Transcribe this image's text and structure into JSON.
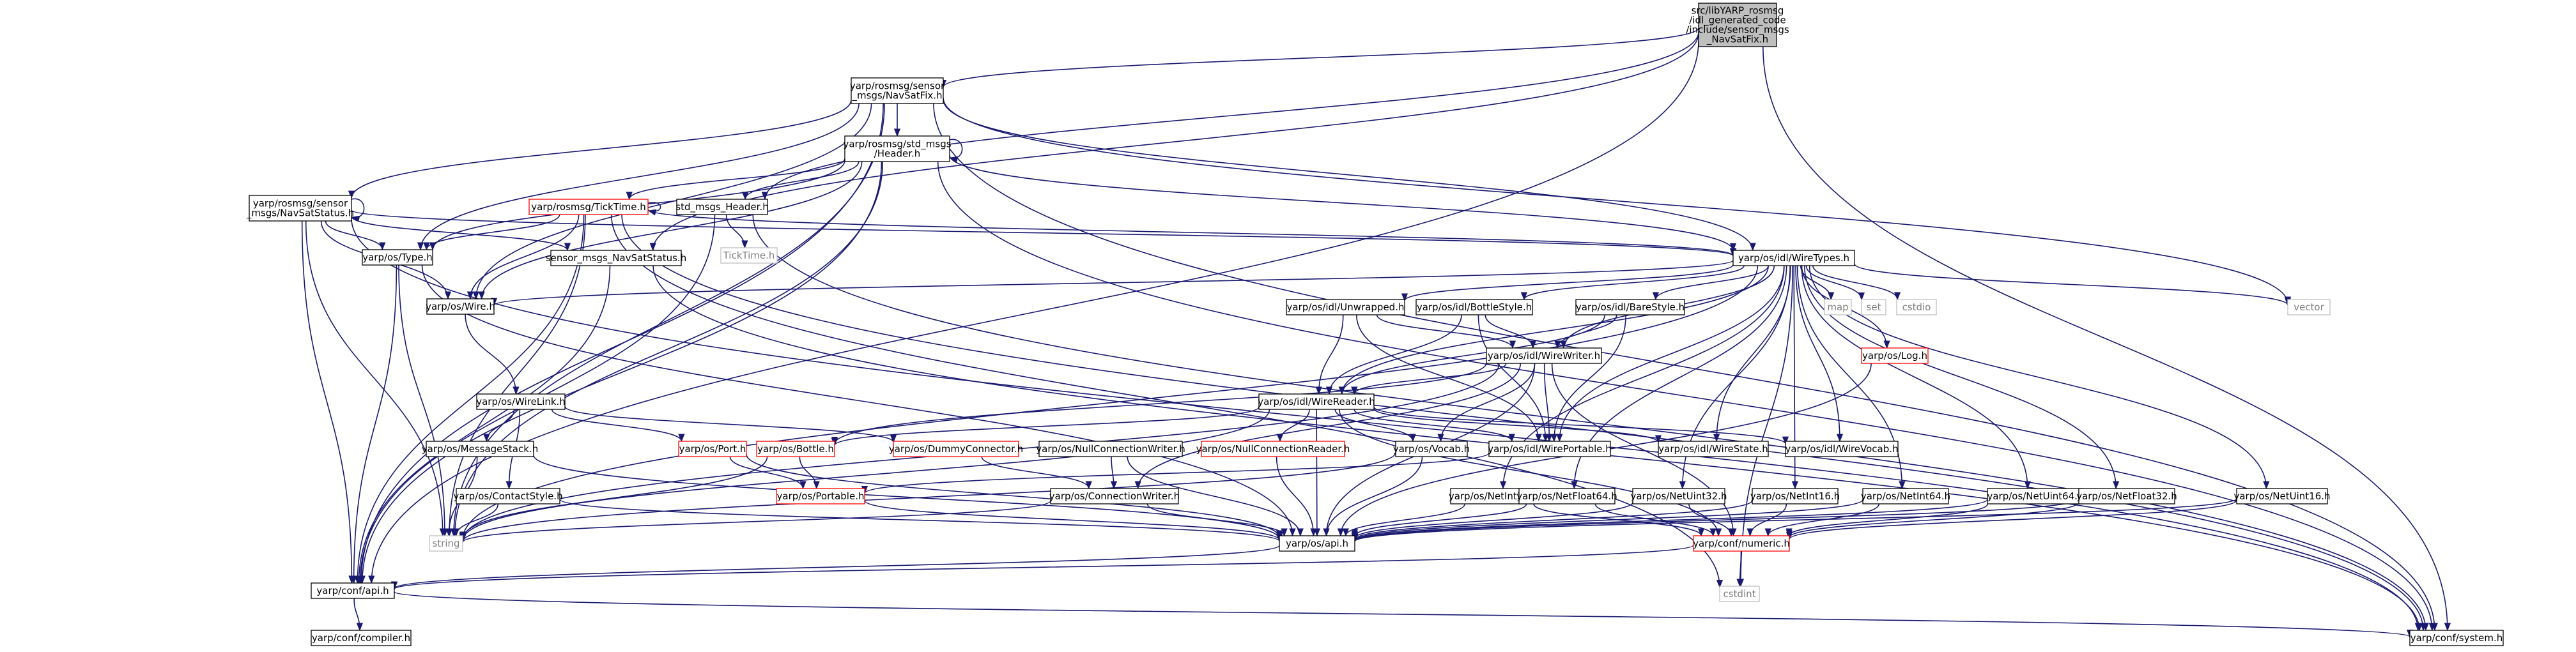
{
  "nodes": {
    "root": {
      "lines": [
        "src/libYARP_rosmsg",
        "/idl_generated_code",
        "/include/sensor_msgs",
        "_NavSatFix.h"
      ],
      "style": "root"
    },
    "navsatfix": {
      "lines": [
        "yarp/rosmsg/sensor",
        "_msgs/NavSatFix.h"
      ],
      "style": "normal"
    },
    "std_header": {
      "lines": [
        "yarp/rosmsg/std_msgs",
        "/Header.h"
      ],
      "style": "normal"
    },
    "navsatstatus": {
      "lines": [
        "yarp/rosmsg/sensor",
        "_msgs/NavSatStatus.h"
      ],
      "style": "normal"
    },
    "ticktime": {
      "lines": [
        "yarp/rosmsg/TickTime.h"
      ],
      "style": "red"
    },
    "os_type": {
      "lines": [
        "yarp/os/Type.h"
      ],
      "style": "normal"
    },
    "os_wire": {
      "lines": [
        "yarp/os/Wire.h"
      ],
      "style": "normal"
    },
    "std_msgs_header": {
      "lines": [
        "std_msgs_Header.h"
      ],
      "style": "normal"
    },
    "ticktime_gray": {
      "lines": [
        "TickTime.h"
      ],
      "style": "gray"
    },
    "sensor_navsatstatus": {
      "lines": [
        "sensor_msgs_NavSatStatus.h"
      ],
      "style": "normal"
    },
    "wiretypes": {
      "lines": [
        "yarp/os/idl/WireTypes.h"
      ],
      "style": "normal"
    },
    "vector": {
      "lines": [
        "vector"
      ],
      "style": "gray"
    },
    "map": {
      "lines": [
        "map"
      ],
      "style": "gray"
    },
    "set": {
      "lines": [
        "set"
      ],
      "style": "gray"
    },
    "cstdio": {
      "lines": [
        "cstdio"
      ],
      "style": "gray"
    },
    "unwrapped": {
      "lines": [
        "yarp/os/idl/Unwrapped.h"
      ],
      "style": "normal"
    },
    "bottlestyle": {
      "lines": [
        "yarp/os/idl/BottleStyle.h"
      ],
      "style": "normal"
    },
    "barestyle": {
      "lines": [
        "yarp/os/idl/BareStyle.h"
      ],
      "style": "normal"
    },
    "wirewriter": {
      "lines": [
        "yarp/os/idl/WireWriter.h"
      ],
      "style": "normal"
    },
    "log": {
      "lines": [
        "yarp/os/Log.h"
      ],
      "style": "red"
    },
    "wirereader": {
      "lines": [
        "yarp/os/idl/WireReader.h"
      ],
      "style": "normal"
    },
    "wirelink": {
      "lines": [
        "yarp/os/WireLink.h"
      ],
      "style": "normal"
    },
    "messagestack": {
      "lines": [
        "yarp/os/MessageStack.h"
      ],
      "style": "normal"
    },
    "port": {
      "lines": [
        "yarp/os/Port.h"
      ],
      "style": "red"
    },
    "dummyconnector": {
      "lines": [
        "yarp/os/DummyConnector.h"
      ],
      "style": "red"
    },
    "nullconnectionwriter": {
      "lines": [
        "yarp/os/NullConnectionWriter.h"
      ],
      "style": "normal"
    },
    "nullconnectionreader": {
      "lines": [
        "yarp/os/NullConnectionReader.h"
      ],
      "style": "red"
    },
    "bottle": {
      "lines": [
        "yarp/os/Bottle.h"
      ],
      "style": "red"
    },
    "vocab": {
      "lines": [
        "yarp/os/Vocab.h"
      ],
      "style": "normal"
    },
    "wireportable": {
      "lines": [
        "yarp/os/idl/WirePortable.h"
      ],
      "style": "normal"
    },
    "wirestate": {
      "lines": [
        "yarp/os/idl/WireState.h"
      ],
      "style": "normal"
    },
    "wirevocab": {
      "lines": [
        "yarp/os/idl/WireVocab.h"
      ],
      "style": "normal"
    },
    "contactstyle": {
      "lines": [
        "yarp/os/ContactStyle.h"
      ],
      "style": "normal"
    },
    "portable": {
      "lines": [
        "yarp/os/Portable.h"
      ],
      "style": "red"
    },
    "connectionwriter": {
      "lines": [
        "yarp/os/ConnectionWriter.h"
      ],
      "style": "normal"
    },
    "netint32": {
      "lines": [
        "yarp/os/NetInt32.h"
      ],
      "style": "normal"
    },
    "netfloat64": {
      "lines": [
        "yarp/os/NetFloat64.h"
      ],
      "style": "normal"
    },
    "netuint32": {
      "lines": [
        "yarp/os/NetUint32.h"
      ],
      "style": "normal"
    },
    "netint16": {
      "lines": [
        "yarp/os/NetInt16.h"
      ],
      "style": "normal"
    },
    "netint64": {
      "lines": [
        "yarp/os/NetInt64.h"
      ],
      "style": "normal"
    },
    "netuint64": {
      "lines": [
        "yarp/os/NetUint64.h"
      ],
      "style": "normal"
    },
    "netfloat32": {
      "lines": [
        "yarp/os/NetFloat32.h"
      ],
      "style": "normal"
    },
    "netuint16": {
      "lines": [
        "yarp/os/NetUint16.h"
      ],
      "style": "normal"
    },
    "string": {
      "lines": [
        "string"
      ],
      "style": "gray"
    },
    "os_api": {
      "lines": [
        "yarp/os/api.h"
      ],
      "style": "normal"
    },
    "numeric": {
      "lines": [
        "yarp/conf/numeric.h"
      ],
      "style": "red"
    },
    "cstdint": {
      "lines": [
        "cstdint"
      ],
      "style": "gray"
    },
    "conf_api": {
      "lines": [
        "yarp/conf/api.h"
      ],
      "style": "normal"
    },
    "compiler": {
      "lines": [
        "yarp/conf/compiler.h"
      ],
      "style": "normal"
    },
    "system": {
      "lines": [
        "yarp/conf/system.h"
      ],
      "style": "normal"
    }
  },
  "edges": [
    [
      "root",
      "navsatfix"
    ],
    [
      "root",
      "std_msgs_header"
    ],
    [
      "root",
      "sensor_navsatstatus"
    ],
    [
      "root",
      "system"
    ],
    [
      "root",
      "conf_api"
    ],
    [
      "navsatfix",
      "std_header"
    ],
    [
      "navsatfix",
      "navsatstatus"
    ],
    [
      "navsatfix",
      "wiretypes"
    ],
    [
      "navsatfix",
      "os_type"
    ],
    [
      "navsatfix",
      "os_wire"
    ],
    [
      "navsatfix",
      "string"
    ],
    [
      "navsatfix",
      "vector"
    ],
    [
      "navsatfix",
      "conf_api"
    ],
    [
      "navsatfix",
      "system"
    ],
    [
      "std_header",
      "std_header"
    ],
    [
      "std_header",
      "ticktime"
    ],
    [
      "std_header",
      "wiretypes"
    ],
    [
      "std_header",
      "os_type"
    ],
    [
      "std_header",
      "os_wire"
    ],
    [
      "std_header",
      "string"
    ],
    [
      "std_header",
      "conf_api"
    ],
    [
      "std_header",
      "std_msgs_header"
    ],
    [
      "std_header",
      "system"
    ],
    [
      "navsatstatus",
      "navsatstatus"
    ],
    [
      "navsatstatus",
      "wiretypes"
    ],
    [
      "navsatstatus",
      "os_type"
    ],
    [
      "navsatstatus",
      "os_wire"
    ],
    [
      "navsatstatus",
      "string"
    ],
    [
      "navsatstatus",
      "conf_api"
    ],
    [
      "navsatstatus",
      "sensor_navsatstatus"
    ],
    [
      "navsatstatus",
      "system"
    ],
    [
      "ticktime",
      "ticktime"
    ],
    [
      "ticktime",
      "wiretypes"
    ],
    [
      "ticktime",
      "os_type"
    ],
    [
      "ticktime",
      "os_wire"
    ],
    [
      "ticktime",
      "string"
    ],
    [
      "ticktime",
      "conf_api"
    ],
    [
      "ticktime",
      "cstdint"
    ],
    [
      "ticktime",
      "system"
    ],
    [
      "std_msgs_header",
      "ticktime_gray"
    ],
    [
      "std_msgs_header",
      "system"
    ],
    [
      "std_msgs_header",
      "conf_api"
    ],
    [
      "sensor_navsatstatus",
      "system"
    ],
    [
      "sensor_navsatstatus",
      "conf_api"
    ],
    [
      "os_type",
      "conf_api"
    ],
    [
      "os_type",
      "os_api"
    ],
    [
      "os_type",
      "string"
    ],
    [
      "os_wire",
      "wirelink"
    ],
    [
      "wiretypes",
      "vector"
    ],
    [
      "wiretypes",
      "map"
    ],
    [
      "wiretypes",
      "set"
    ],
    [
      "wiretypes",
      "cstdio"
    ],
    [
      "wiretypes",
      "unwrapped"
    ],
    [
      "wiretypes",
      "bottlestyle"
    ],
    [
      "wiretypes",
      "barestyle"
    ],
    [
      "wiretypes",
      "wirewriter"
    ],
    [
      "wiretypes",
      "wirereader"
    ],
    [
      "wiretypes",
      "log"
    ],
    [
      "wiretypes",
      "wirestate"
    ],
    [
      "wiretypes",
      "wirevocab"
    ],
    [
      "wiretypes",
      "wireportable"
    ],
    [
      "wiretypes",
      "netint32"
    ],
    [
      "wiretypes",
      "netfloat64"
    ],
    [
      "wiretypes",
      "netuint32"
    ],
    [
      "wiretypes",
      "netint16"
    ],
    [
      "wiretypes",
      "netint64"
    ],
    [
      "wiretypes",
      "netuint64"
    ],
    [
      "wiretypes",
      "netfloat32"
    ],
    [
      "wiretypes",
      "netuint16"
    ],
    [
      "wiretypes",
      "string"
    ],
    [
      "wiretypes",
      "os_wire"
    ],
    [
      "wiretypes",
      "cstdint"
    ],
    [
      "unwrapped",
      "wirewriter"
    ],
    [
      "unwrapped",
      "wirereader"
    ],
    [
      "unwrapped",
      "wireportable"
    ],
    [
      "bottlestyle",
      "wirewriter"
    ],
    [
      "bottlestyle",
      "wirereader"
    ],
    [
      "bottlestyle",
      "wireportable"
    ],
    [
      "barestyle",
      "wirewriter"
    ],
    [
      "barestyle",
      "wirereader"
    ],
    [
      "barestyle",
      "wireportable"
    ],
    [
      "wirewriter",
      "wirereader"
    ],
    [
      "wirewriter",
      "wireportable"
    ],
    [
      "wirewriter",
      "bottle"
    ],
    [
      "wirewriter",
      "vocab"
    ],
    [
      "wirewriter",
      "connectionwriter"
    ],
    [
      "wirewriter",
      "os_api"
    ],
    [
      "wirewriter",
      "numeric"
    ],
    [
      "wirewriter",
      "string"
    ],
    [
      "wirereader",
      "bottle"
    ],
    [
      "wirereader",
      "vocab"
    ],
    [
      "wirereader",
      "wireportable"
    ],
    [
      "wirereader",
      "wirestate"
    ],
    [
      "wirereader",
      "wirevocab"
    ],
    [
      "wirereader",
      "nullconnectionreader"
    ],
    [
      "wirereader",
      "string"
    ],
    [
      "wirereader",
      "numeric"
    ],
    [
      "wirereader",
      "os_api"
    ],
    [
      "log",
      "os_api"
    ],
    [
      "wirelink",
      "messagestack"
    ],
    [
      "wirelink",
      "contactstyle"
    ],
    [
      "wirelink",
      "port"
    ],
    [
      "wirelink",
      "dummyconnector"
    ],
    [
      "messagestack",
      "string"
    ],
    [
      "messagestack",
      "os_api"
    ],
    [
      "port",
      "portable"
    ],
    [
      "port",
      "os_api"
    ],
    [
      "dummyconnector",
      "connectionwriter"
    ],
    [
      "nullconnectionwriter",
      "connectionwriter"
    ],
    [
      "nullconnectionwriter",
      "os_api"
    ],
    [
      "nullconnectionreader",
      "os_api"
    ],
    [
      "bottle",
      "portable"
    ],
    [
      "bottle",
      "string"
    ],
    [
      "vocab",
      "os_api"
    ],
    [
      "vocab",
      "string"
    ],
    [
      "wireportable",
      "portable"
    ],
    [
      "contactstyle",
      "os_api"
    ],
    [
      "contactstyle",
      "string"
    ],
    [
      "portable",
      "os_api"
    ],
    [
      "connectionwriter",
      "os_api"
    ],
    [
      "connectionwriter",
      "string"
    ],
    [
      "netint32",
      "os_api"
    ],
    [
      "netint32",
      "numeric"
    ],
    [
      "netfloat64",
      "os_api"
    ],
    [
      "netfloat64",
      "numeric"
    ],
    [
      "netuint32",
      "os_api"
    ],
    [
      "netuint32",
      "numeric"
    ],
    [
      "netint16",
      "os_api"
    ],
    [
      "netint16",
      "numeric"
    ],
    [
      "netint64",
      "os_api"
    ],
    [
      "netint64",
      "numeric"
    ],
    [
      "netuint64",
      "os_api"
    ],
    [
      "netuint64",
      "numeric"
    ],
    [
      "netfloat32",
      "os_api"
    ],
    [
      "netfloat32",
      "numeric"
    ],
    [
      "netuint16",
      "os_api"
    ],
    [
      "netuint16",
      "numeric"
    ],
    [
      "os_api",
      "conf_api"
    ],
    [
      "numeric",
      "cstdint"
    ],
    [
      "numeric",
      "conf_api"
    ],
    [
      "conf_api",
      "compiler"
    ],
    [
      "conf_api",
      "system"
    ]
  ],
  "colors": {
    "edge": "#191970",
    "border": "#000000",
    "red_border": "#ff0000",
    "gray_border": "#bfbfbf",
    "gray_text": "#808080",
    "root_fill": "#bfbfbf",
    "text": "#000000"
  }
}
